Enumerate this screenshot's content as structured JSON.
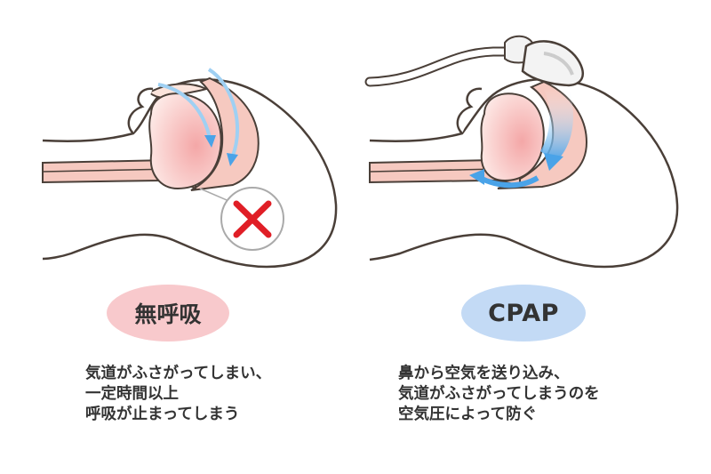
{
  "left_panel": {
    "label": "無呼吸",
    "pill_color": "#f8c9cc",
    "description": [
      "気道がふさがってしまい、",
      "一定時間以上",
      "呼吸が止まってしまう"
    ],
    "marker_icon": "cross-icon",
    "marker_color": "#e01e26"
  },
  "right_panel": {
    "label": "CPAP",
    "pill_color": "#c3daf5",
    "description": [
      "鼻から空気を送り込み、",
      "気道がふさがってしまうのを",
      "空気圧によって防ぐ"
    ],
    "device_icon": "cpap-mask-icon"
  },
  "colors": {
    "outline": "#4a3f38",
    "tissue": "#f6c9c0",
    "tissue_light": "#fbe4dc",
    "airflow": "#4aa3e8",
    "text": "#333333"
  }
}
